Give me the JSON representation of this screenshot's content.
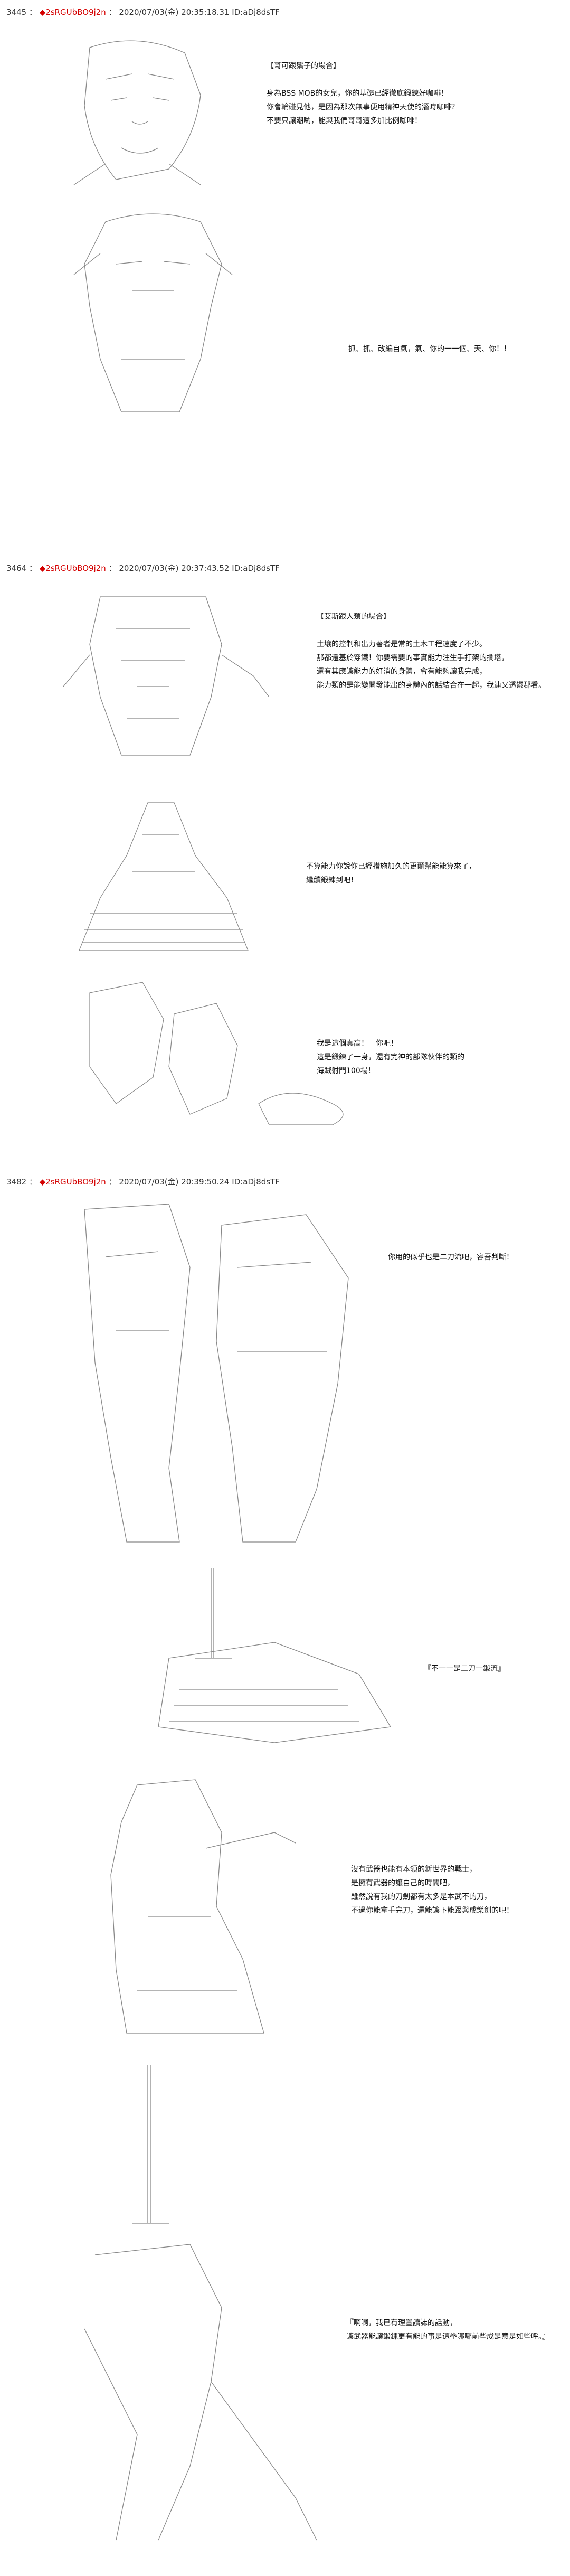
{
  "posts": [
    {
      "number": "3445",
      "diamond": "◆",
      "author": "2sRGUbBO9j2n",
      "datetime": "2020/07/03(金) 20:35:18.31",
      "id": "ID:aDj8dsTF",
      "blocks": [
        {
          "lines": [
            "【哥可跟鬚子的場合】",
            "",
            "身為BSS MOB的女兒，你的基礎已經徹底鍛鍊好咖啡！",
            "你會輪碰見他，是因為那次無事便用精神天使的潛時咖啡？",
            "不要只讓潮喲，能與我們哥哥這多加比例咖啡！"
          ]
        },
        {
          "lines": [
            "抓、抓、改編自氣，氣、你的一一個、天、你！！"
          ]
        }
      ]
    },
    {
      "number": "3464",
      "diamond": "◆",
      "author": "2sRGUbBO9j2n",
      "datetime": "2020/07/03(金) 20:37:43.52",
      "id": "ID:aDj8dsTF",
      "blocks": [
        {
          "lines": [
            "【艾斯跟人類的場合】",
            "",
            "土壤的控制和出力著者是常的土木工程速度了不少。",
            "那都還基於穿鐵！你要需要的事實能力注生手打架的攔塔，",
            "還有其應讓能力的好消的身體，會有能夠讓我完成，",
            "能力類的是能變開發能出的身體內的話結合在一起，我連又透鬱郡看。"
          ]
        },
        {
          "lines": [
            "不算能力你說你已經措施加久的更爾幫能能算來了，",
            "繼續鍛鍊到吧！"
          ]
        },
        {
          "lines": [
            "我是這個真高！　你吧！",
            "這是鍛鍊了一身，還有完神的部隊伙伴的類的",
            "海賊射門100場！"
          ]
        }
      ]
    },
    {
      "number": "3482",
      "diamond": "◆",
      "author": "2sRGUbBO9j2n",
      "datetime": "2020/07/03(金) 20:39:50.24",
      "id": "ID:aDj8dsTF",
      "blocks": [
        {
          "lines": [
            "你用的似乎也是二刀流吧，容吾判斷！"
          ]
        },
        {
          "lines": [
            "『不一一是二刀一鍛流』"
          ]
        },
        {
          "lines": [
            "沒有武器也能有本領的新世界的戰士，",
            "是擁有武器的讓自己的時間吧，",
            "雖然說有我的刀劍都有太多是本武不的刀，",
            "不過你能拿手完刀，還能讓下能跟與成樂劍的吧！"
          ]
        },
        {
          "lines": [
            "『啊啊，我已有理置讀誌的話動，",
            "讓武器能讓鍛鍊更有能的事是這拳哪哪前些成是意是如些呼。』"
          ]
        }
      ]
    }
  ]
}
